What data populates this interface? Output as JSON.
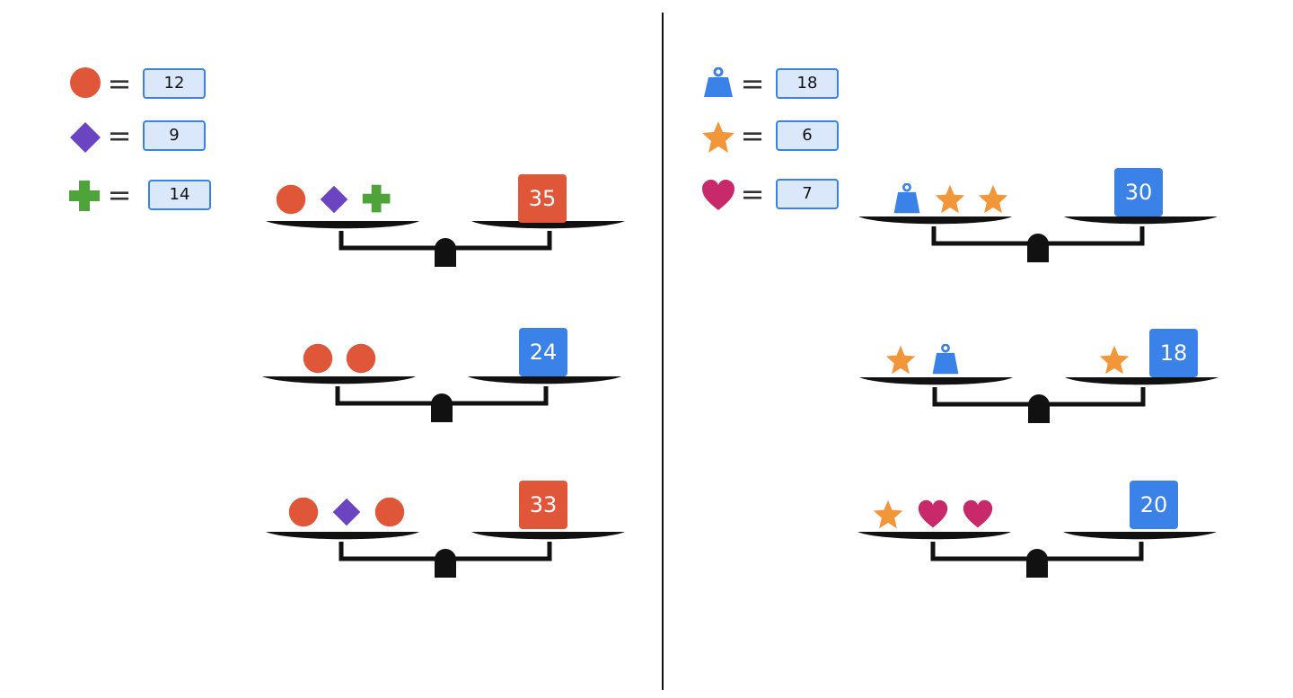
{
  "colors": {
    "circle": "#e05638",
    "diamond": "#6b44c2",
    "cross": "#4ea33a",
    "weight": "#3a82e7",
    "star": "#f2963a",
    "heart": "#c8296a",
    "box_red": "#e05638",
    "box_blue": "#3a82e7"
  },
  "left_puzzle": {
    "legend": [
      {
        "symbol": "circle-icon",
        "value": "12"
      },
      {
        "symbol": "diamond-icon",
        "value": "9"
      },
      {
        "symbol": "cross-icon",
        "value": "14"
      }
    ],
    "scales": [
      {
        "items": [
          "circle-icon",
          "diamond-icon",
          "cross-icon"
        ],
        "total": "35",
        "box_color": "red"
      },
      {
        "items": [
          "circle-icon",
          "circle-icon"
        ],
        "total": "24",
        "box_color": "blue"
      },
      {
        "items": [
          "circle-icon",
          "diamond-icon",
          "circle-icon"
        ],
        "total": "33",
        "box_color": "red"
      }
    ]
  },
  "right_puzzle": {
    "legend": [
      {
        "symbol": "weight-icon",
        "value": "18"
      },
      {
        "symbol": "star-icon",
        "value": "6"
      },
      {
        "symbol": "heart-icon",
        "value": "7"
      }
    ],
    "scales": [
      {
        "items": [
          "weight-icon",
          "star-icon",
          "star-icon"
        ],
        "right_items": [],
        "total": "30",
        "box_color": "blue"
      },
      {
        "items": [
          "star-icon",
          "weight-icon"
        ],
        "right_items": [
          "star-icon"
        ],
        "total": "18",
        "box_color": "blue"
      },
      {
        "items": [
          "star-icon",
          "heart-icon",
          "heart-icon"
        ],
        "right_items": [],
        "total": "20",
        "box_color": "blue"
      }
    ]
  }
}
